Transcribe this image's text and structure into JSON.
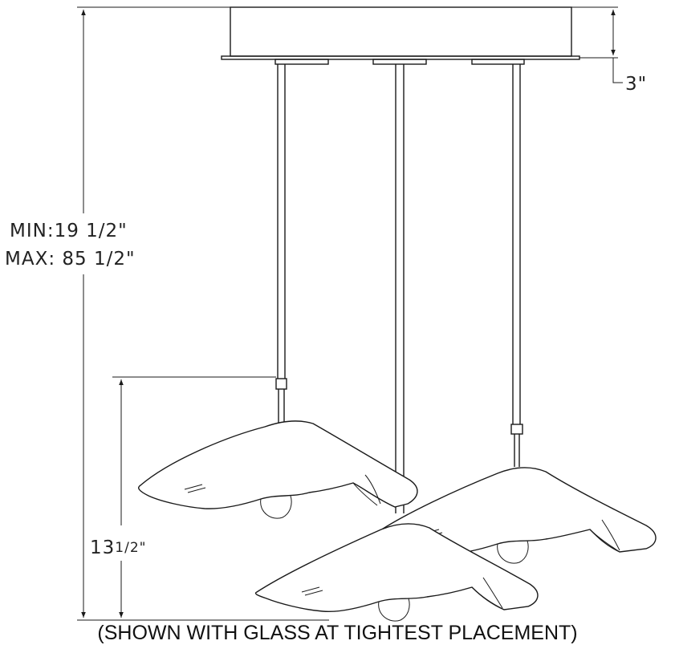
{
  "dimensions": {
    "canopy_height": "3\"",
    "overall_min": "MIN:19 1/2\"",
    "overall_max": "MAX: 85 1/2\"",
    "glass_height_whole": "13",
    "glass_height_fraction": "1/2\""
  },
  "caption": "(SHOWN WITH GLASS AT TIGHTEST PLACEMENT)"
}
